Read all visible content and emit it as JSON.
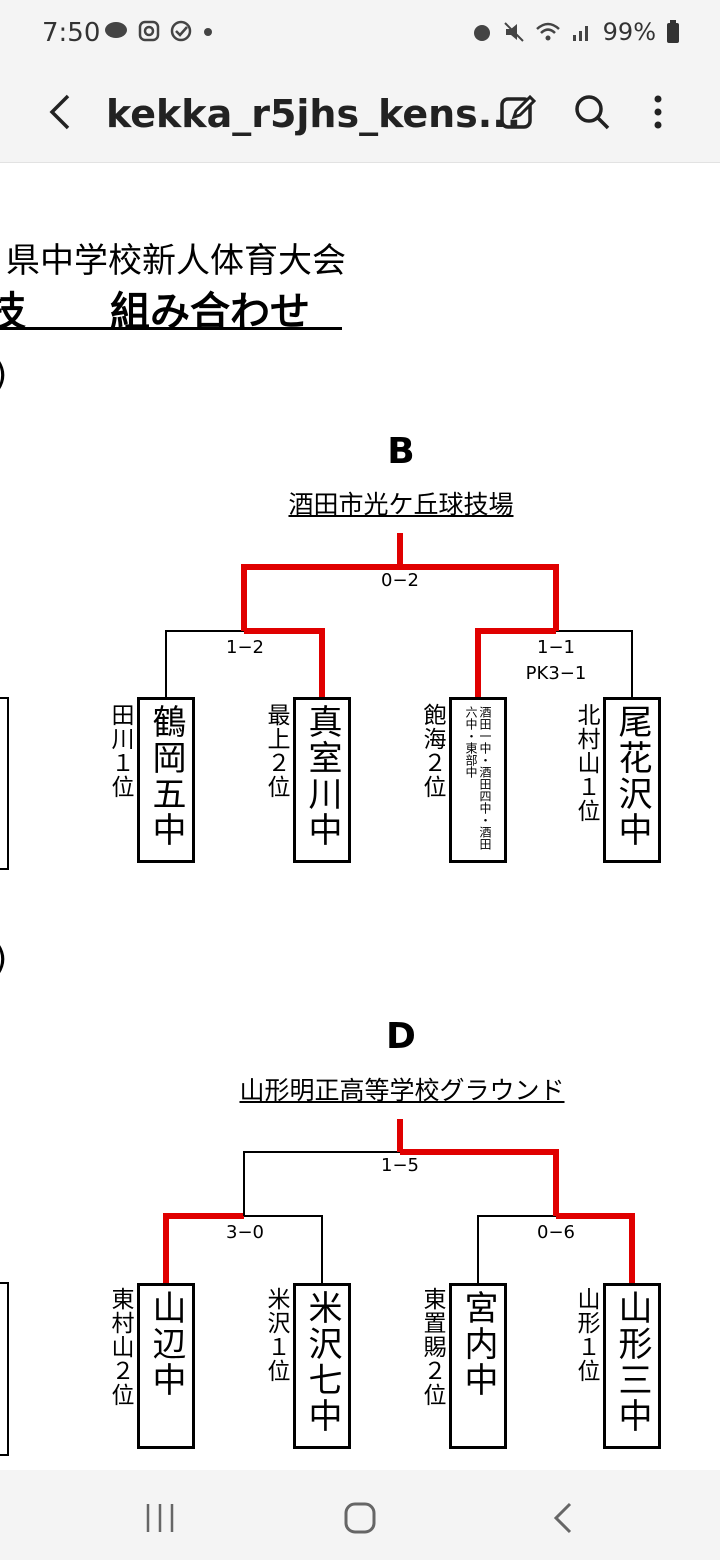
{
  "status_bar": {
    "time": "7:50",
    "battery": "99%"
  },
  "app_bar": {
    "title": "kekka_r5jhs_kens..."
  },
  "document": {
    "heading_line1": "県中学校新人体育大会",
    "heading_line2_left": "技",
    "heading_line2_main": "組み合わせ",
    "paren_1": ")",
    "paren_2": ")",
    "group_b": {
      "letter": "B",
      "venue": "酒田市光ケ丘球技場",
      "final_score": "0−2",
      "semi_left_score": "1−2",
      "semi_right_score": "1−1",
      "semi_right_pk": "PK3−1",
      "teams": [
        {
          "name": "鶴岡五中",
          "qualifier": "田川１位"
        },
        {
          "name": "真室川中",
          "qualifier": "最上２位"
        },
        {
          "name": "酒田一中・酒田四中・酒田六中・東部中",
          "qualifier": "飽海２位"
        },
        {
          "name": "尾花沢中",
          "qualifier": "北村山１位"
        }
      ]
    },
    "group_d": {
      "letter": "D",
      "venue": "山形明正高等学校グラウンド",
      "final_score": "1−5",
      "semi_left_score": "3−0",
      "semi_right_score": "0−6",
      "teams": [
        {
          "name": "山辺中",
          "qualifier": "東村山２位"
        },
        {
          "name": "米沢七中",
          "qualifier": "米沢１位"
        },
        {
          "name": "宮内中",
          "qualifier": "東置賜２位"
        },
        {
          "name": "山形三中",
          "qualifier": "山形１位"
        }
      ]
    }
  },
  "colors": {
    "win_line": "#e00000",
    "line": "#000000"
  },
  "icons": [
    "back-icon",
    "edit-icon",
    "search-icon",
    "more-vert-icon",
    "recents-icon",
    "home-icon",
    "nav-back-icon"
  ]
}
